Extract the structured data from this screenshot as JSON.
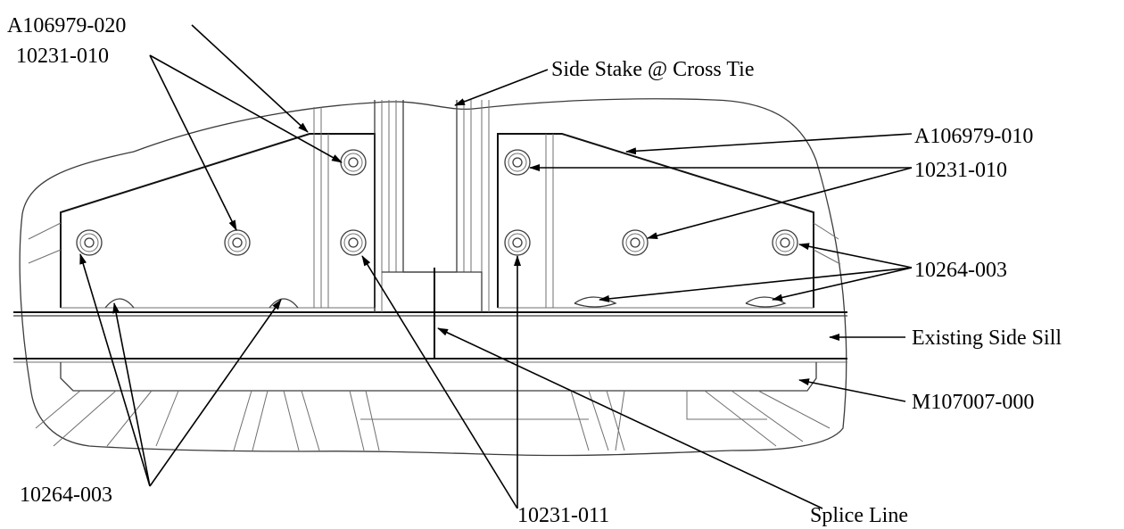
{
  "labels": {
    "a106979_020": "A106979-020",
    "p10231_010_left": "10231-010",
    "side_stake": "Side Stake @ Cross Tie",
    "a106979_010": "A106979-010",
    "p10231_010_right": "10231-010",
    "p10264_003_right": "10264-003",
    "existing_side_sill": "Existing Side Sill",
    "m107007_000": "M107007-000",
    "p10264_003_left": "10264-003",
    "p10231_011": "10231-011",
    "splice_line": "Splice Line"
  }
}
